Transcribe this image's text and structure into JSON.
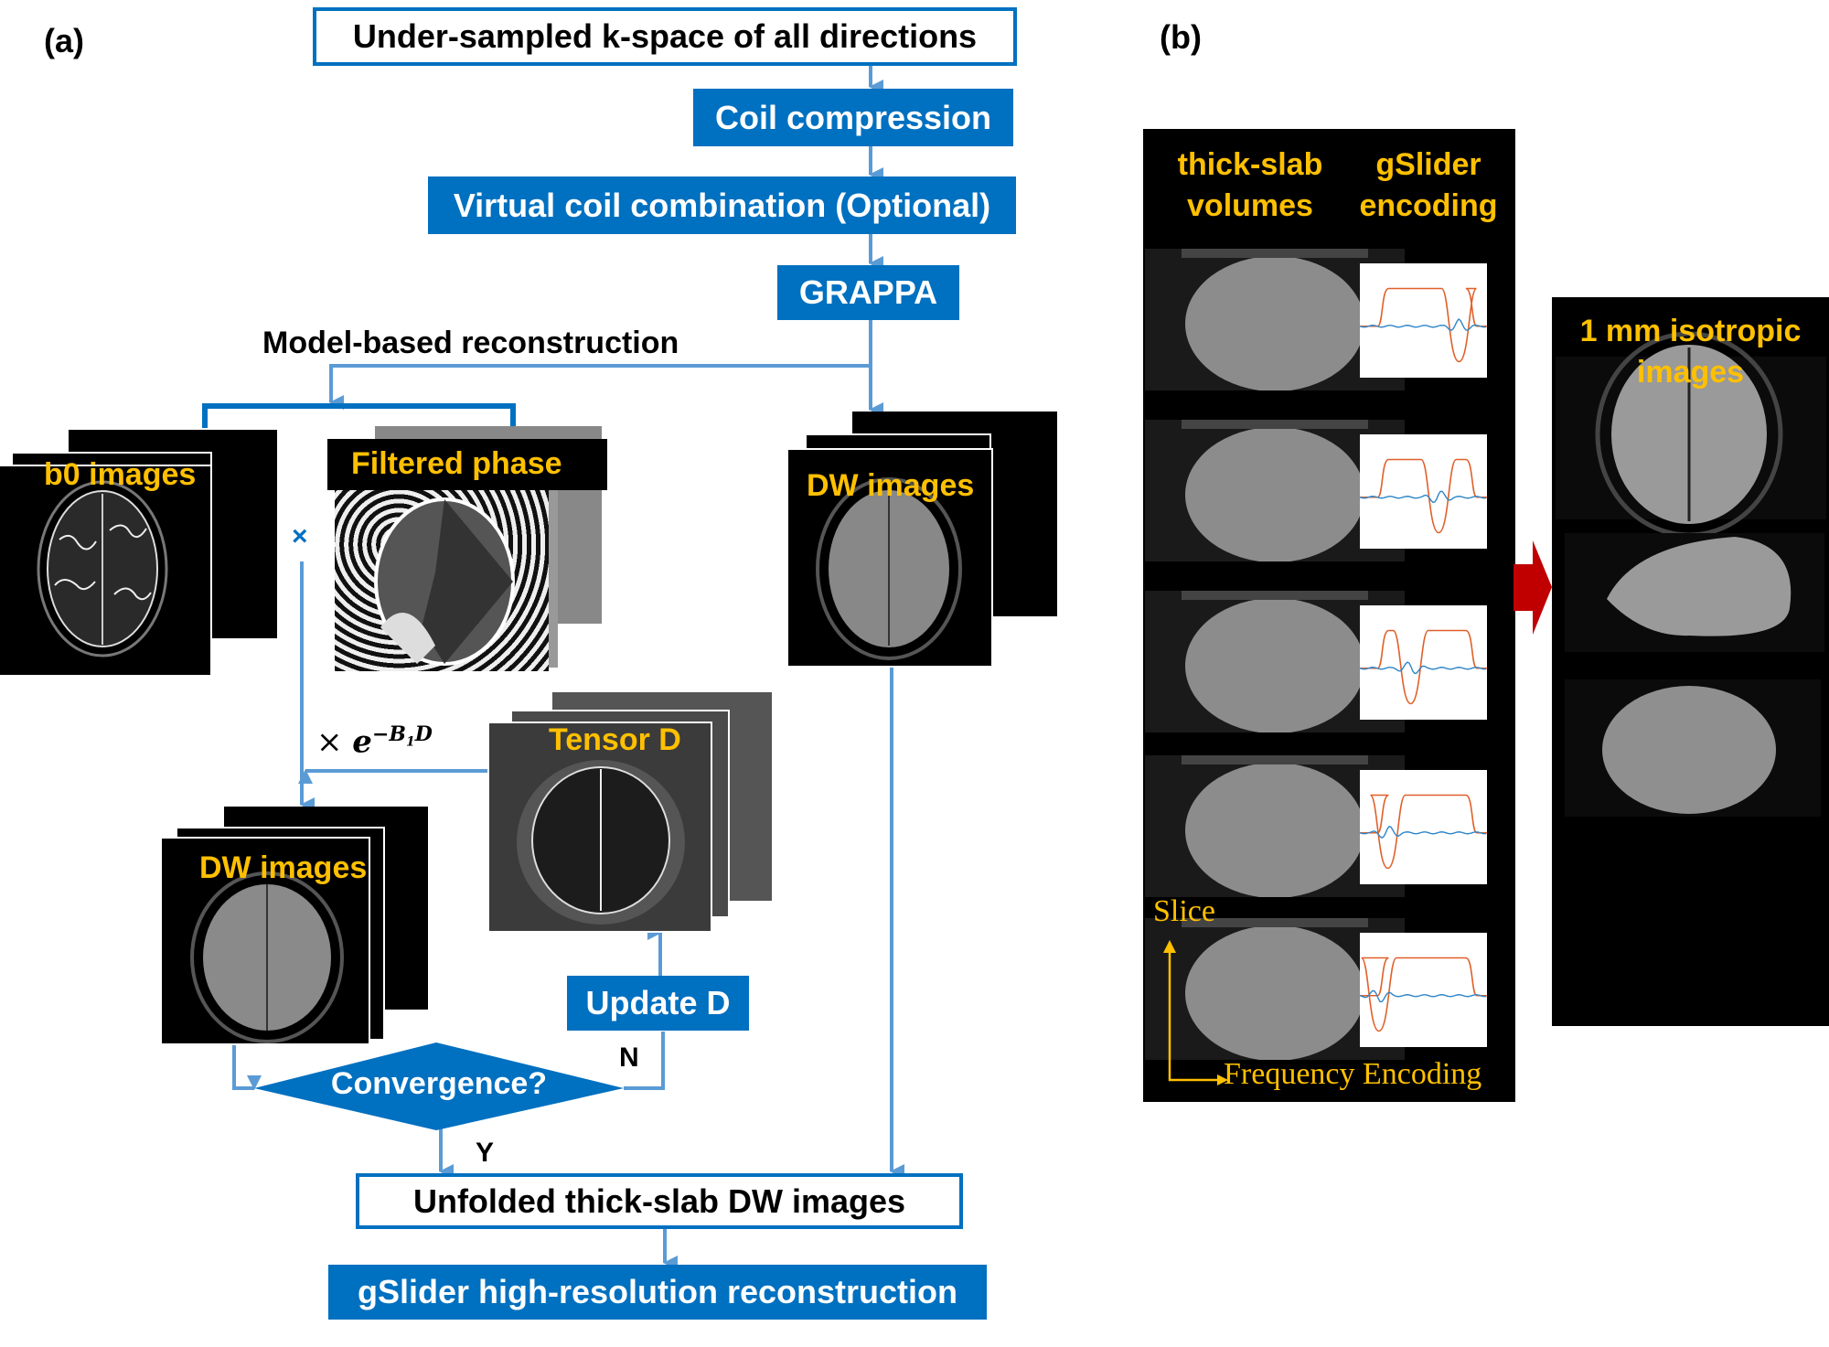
{
  "panel_a": {
    "label": "(a)",
    "steps": {
      "kspace": "Under-sampled k-space of all directions",
      "coil_compression": "Coil compression",
      "virtual_coil": "Virtual coil combination (Optional)",
      "grappa": "GRAPPA",
      "model_based": "Model-based reconstruction",
      "update_d": "Update D",
      "convergence": "Convergence?",
      "unfolded": "Unfolded thick-slab DW images",
      "gslider": "gSlider high-resolution reconstruction"
    },
    "image_stacks": {
      "b0": "b0 images",
      "filtered_phase": "Filtered phase",
      "dw_right": "DW images",
      "tensor": "Tensor D",
      "dw_left": "DW images"
    },
    "operators": {
      "multiply": "×",
      "model_term_prefix": "× ",
      "model_term_base": "e",
      "model_term_exponent": "−B",
      "model_term_subscript": "1",
      "model_term_tail": "D"
    },
    "branch_labels": {
      "no": "N",
      "yes": "Y"
    }
  },
  "panel_b": {
    "label": "(b)",
    "col_headers": {
      "left_line1": "thick-slab",
      "left_line2": "volumes",
      "right_line1": "gSlider",
      "right_line2": "encoding"
    },
    "encoding_rows": 5,
    "axis": {
      "vertical": "Slice",
      "horizontal": "Frequency Encoding"
    },
    "result_title_line1": "1 mm isotropic",
    "result_title_line2": "images",
    "result_views": [
      "axial",
      "sagittal",
      "coronal"
    ]
  },
  "colors": {
    "box_blue": "#0070C0",
    "arrow_blue": "#5B9BD5",
    "label_yellow": "#FFC000",
    "transition_red": "#C00000",
    "profile_orange": "#E0602A",
    "profile_blue": "#2E86C8"
  }
}
